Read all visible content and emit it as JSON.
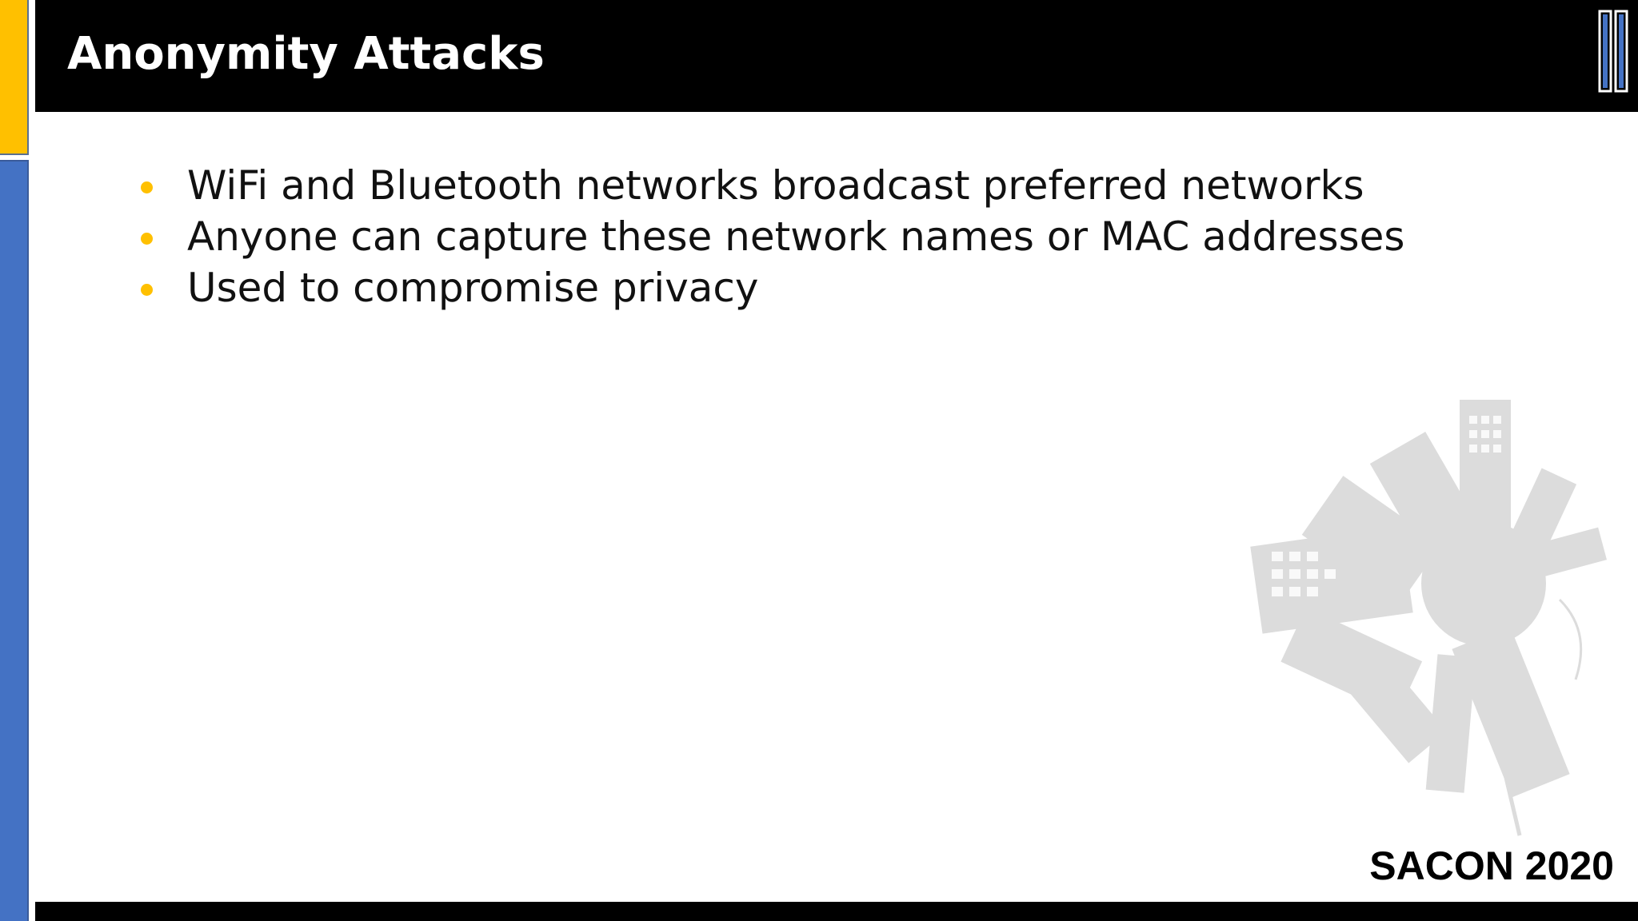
{
  "slide": {
    "title": "Anonymity Attacks",
    "bullets": [
      "WiFi and Bluetooth networks broadcast preferred networks",
      "Anyone can capture these network names or MAC addresses",
      "Used to compromise privacy"
    ],
    "event_label": "SACON 2020"
  },
  "icons": {
    "top_right": "double-bar-logo-icon",
    "watermark": "city-skyline-watermark-icon",
    "bullet": "bullet-dot-icon"
  },
  "colors": {
    "accent_gold": "#ffc000",
    "accent_blue": "#4472c4",
    "header_bg": "#000000",
    "header_text": "#ffffff",
    "body_text": "#111111",
    "watermark_gray": "#dcdcdc"
  }
}
